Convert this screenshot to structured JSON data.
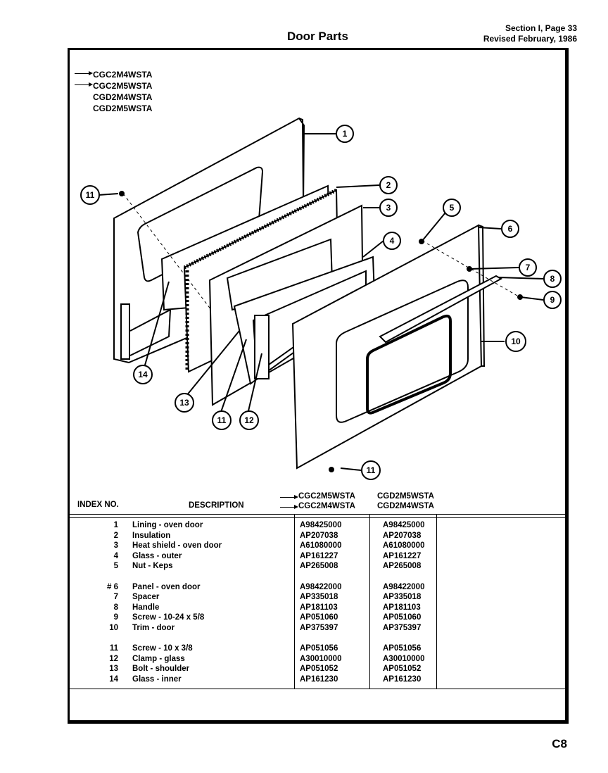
{
  "page": {
    "title": "Door Parts",
    "section": "Section I, Page 33",
    "revised": "Revised February, 1986",
    "footer": "C8"
  },
  "models": [
    "CGC2M4WSTA",
    "CGC2M5WSTA",
    "CGD2M4WSTA",
    "CGD2M5WSTA"
  ],
  "diagram": {
    "callouts": [
      "1",
      "2",
      "3",
      "4",
      "5",
      "6",
      "7",
      "8",
      "9",
      "10",
      "11",
      "11",
      "11",
      "12",
      "13",
      "14"
    ]
  },
  "table": {
    "col_index": "INDEX NO.",
    "col_desc": "DESCRIPTION",
    "col_a_line1": "CGC2M5WSTA",
    "col_a_line2": "CGC2M4WSTA",
    "col_b_line1": "CGD2M5WSTA",
    "col_b_line2": "CGD2M4WSTA",
    "rows": [
      {
        "index": "1",
        "desc": "Lining - oven door",
        "a": "A98425000",
        "b": "A98425000"
      },
      {
        "index": "2",
        "desc": "Insulation",
        "a": "AP207038",
        "b": "AP207038"
      },
      {
        "index": "3",
        "desc": "Heat shield - oven door",
        "a": "A61080000",
        "b": "A61080000"
      },
      {
        "index": "4",
        "desc": "Glass - outer",
        "a": "AP161227",
        "b": "AP161227"
      },
      {
        "index": "5",
        "desc": "Nut - Keps",
        "a": "AP265008",
        "b": "AP265008"
      },
      {
        "index": "# 6",
        "desc": "Panel - oven door",
        "a": "A98422000",
        "b": "A98422000"
      },
      {
        "index": "7",
        "desc": "Spacer",
        "a": "AP335018",
        "b": "AP335018"
      },
      {
        "index": "8",
        "desc": "Handle",
        "a": "AP181103",
        "b": "AP181103"
      },
      {
        "index": "9",
        "desc": "Screw - 10-24 x 5/8",
        "a": "AP051060",
        "b": "AP051060"
      },
      {
        "index": "10",
        "desc": "Trim - door",
        "a": "AP375397",
        "b": "AP375397"
      },
      {
        "index": "11",
        "desc": "Screw - 10 x 3/8",
        "a": "AP051056",
        "b": "AP051056"
      },
      {
        "index": "12",
        "desc": "Clamp - glass",
        "a": "A30010000",
        "b": "A30010000"
      },
      {
        "index": "13",
        "desc": "Bolt - shoulder",
        "a": "AP051052",
        "b": "AP051052"
      },
      {
        "index": "14",
        "desc": "Glass - inner",
        "a": "AP161230",
        "b": "AP161230"
      }
    ]
  }
}
